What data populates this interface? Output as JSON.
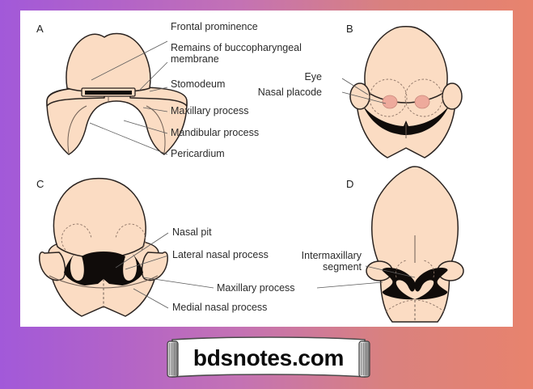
{
  "background": {
    "gradient_from": "#a259d9",
    "gradient_to": "#e8836d",
    "direction": "left-to-right"
  },
  "figure": {
    "panel_background": "#ffffff",
    "skin_color": "#fbdcc3",
    "stomodeum_color": "#100c0a",
    "placode_color": "#eeaa9c",
    "panels": [
      {
        "letter": "A",
        "labels": [
          "Frontal prominence",
          "Remains of buccopharyngeal membrane",
          "Stomodeum",
          "Maxillary process",
          "Mandibular process",
          "Pericardium"
        ]
      },
      {
        "letter": "B",
        "labels": [
          "Eye",
          "Nasal placode"
        ]
      },
      {
        "letter": "C",
        "labels": [
          "Nasal pit",
          "Lateral nasal process",
          "Maxillary process",
          "Medial nasal process"
        ]
      },
      {
        "letter": "D",
        "labels": [
          "Intermaxillary segment"
        ]
      }
    ],
    "label_text": {
      "frontal_prominence": "Frontal prominence",
      "remains_line1": "Remains of buccopharyngeal",
      "remains_line2": "membrane",
      "stomodeum": "Stomodeum",
      "maxillary_process": "Maxillary process",
      "mandibular_process": "Mandibular process",
      "pericardium": "Pericardium",
      "eye": "Eye",
      "nasal_placode": "Nasal placode",
      "nasal_pit": "Nasal pit",
      "lateral_nasal_process": "Lateral nasal process",
      "maxillary_process_cd": "Maxillary process",
      "medial_nasal_process": "Medial nasal process",
      "intermaxillary_line1": "Intermaxillary",
      "intermaxillary_line2": "segment"
    },
    "panel_letters": {
      "a": "A",
      "b": "B",
      "c": "C",
      "d": "D"
    }
  },
  "watermark": {
    "text": "bdsnotes.com"
  }
}
